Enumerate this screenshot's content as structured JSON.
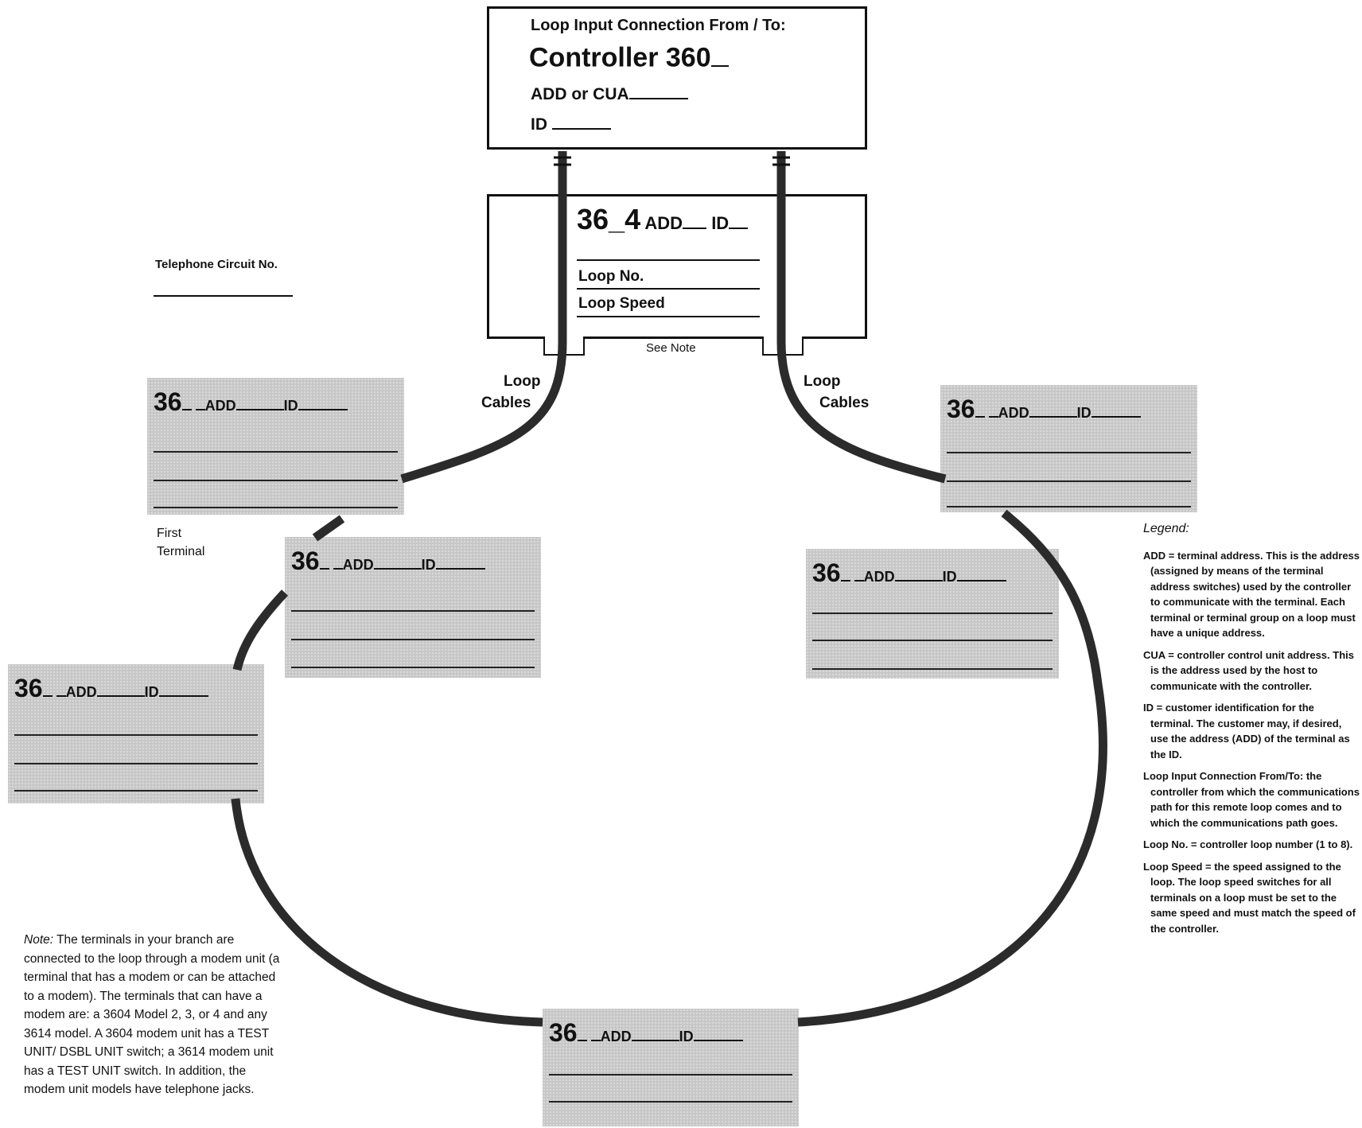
{
  "controller": {
    "header": "Loop Input Connection From / To:",
    "name": "Controller 360",
    "add_label": "ADD or CUA",
    "id_label": "ID"
  },
  "loop_controller": {
    "model": "36_4",
    "add_label": "ADD",
    "id_label": "ID",
    "loop_no_label": "Loop No.",
    "loop_speed_label": "Loop Speed",
    "see_note": "See Note"
  },
  "telephone": {
    "label": "Telephone Circuit No."
  },
  "cables": {
    "left_line1": "Loop",
    "left_line2": "Cables",
    "right_line1": "Loop",
    "right_line2": "Cables",
    "color": "#2b2b2b"
  },
  "terminal": {
    "model": "36",
    "add_label": "ADD",
    "id_label": "ID",
    "fill_color": "#c6c6c6"
  },
  "first_terminal": {
    "line1": "First",
    "line2": "Terminal"
  },
  "legend": {
    "title": "Legend:",
    "items": [
      "ADD = terminal address. This is the address (assigned by means of the terminal address switches) used by the controller to communicate with the terminal. Each terminal or terminal group on a loop must have a unique address.",
      "CUA = controller control unit address. This is the address used by the host to communicate with the controller.",
      "ID = customer identification for the terminal. The customer may, if desired, use the address (ADD) of the terminal as the ID.",
      "Loop Input Connection From/To: the controller from which the communications path for this remote loop comes and to which the communications path goes.",
      "Loop No. = controller loop number (1 to 8).",
      "Loop Speed = the speed assigned to the loop. The loop speed switches for all terminals on a loop must be set to the same speed and must match the speed of the controller."
    ]
  },
  "note": {
    "label": "Note:",
    "text": "The terminals in your branch are connected to the loop through a modem unit (a terminal that has a modem or can be attached to a modem). The terminals that can have a modem are: a 3604 Model 2, 3, or 4 and any 3614 model. A 3604 modem unit has a TEST UNIT/ DSBL UNIT switch; a 3614 modem unit has a TEST UNIT switch. In addition, the modem unit models have telephone jacks."
  }
}
